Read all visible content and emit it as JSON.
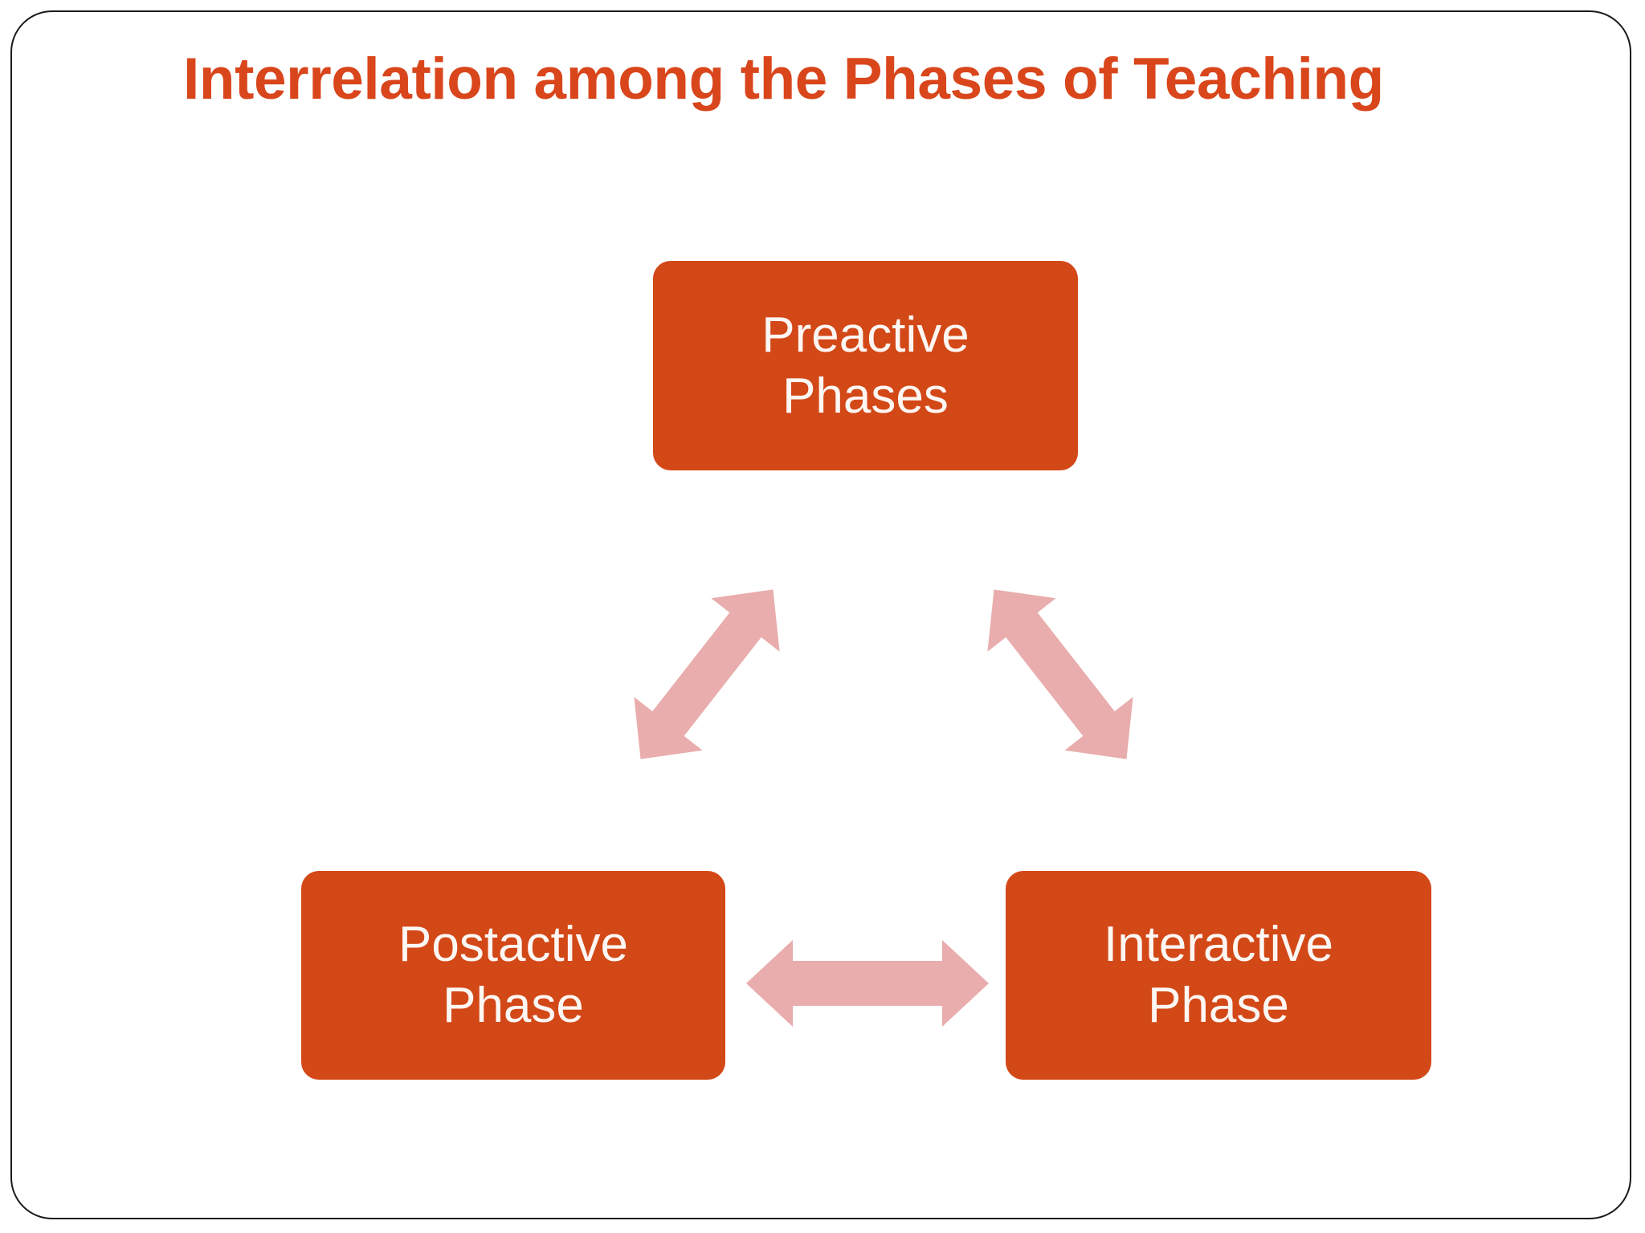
{
  "slide": {
    "title": "Interrelation among the Phases of Teaching",
    "title_color": "#D9461C",
    "background_color": "#FFFFFF",
    "border_color": "#1A1A1A"
  },
  "theme": {
    "box_fill": "#D34817",
    "box_text_color": "#FDF7F4",
    "arrow_fill": "#E8ADAC"
  },
  "diagram": {
    "type": "cycle-triangle",
    "nodes": [
      {
        "id": "preactive",
        "label": "Preactive\nPhases",
        "position": "top"
      },
      {
        "id": "postactive",
        "label": "Postactive\nPhase",
        "position": "bottom-left"
      },
      {
        "id": "interactive",
        "label": "Interactive\nPhase",
        "position": "bottom-right"
      }
    ],
    "connectors": [
      {
        "from": "preactive",
        "to": "postactive",
        "style": "double-headed",
        "orientation": "diagonal-left"
      },
      {
        "from": "preactive",
        "to": "interactive",
        "style": "double-headed",
        "orientation": "diagonal-right"
      },
      {
        "from": "postactive",
        "to": "interactive",
        "style": "double-headed",
        "orientation": "horizontal"
      }
    ]
  }
}
